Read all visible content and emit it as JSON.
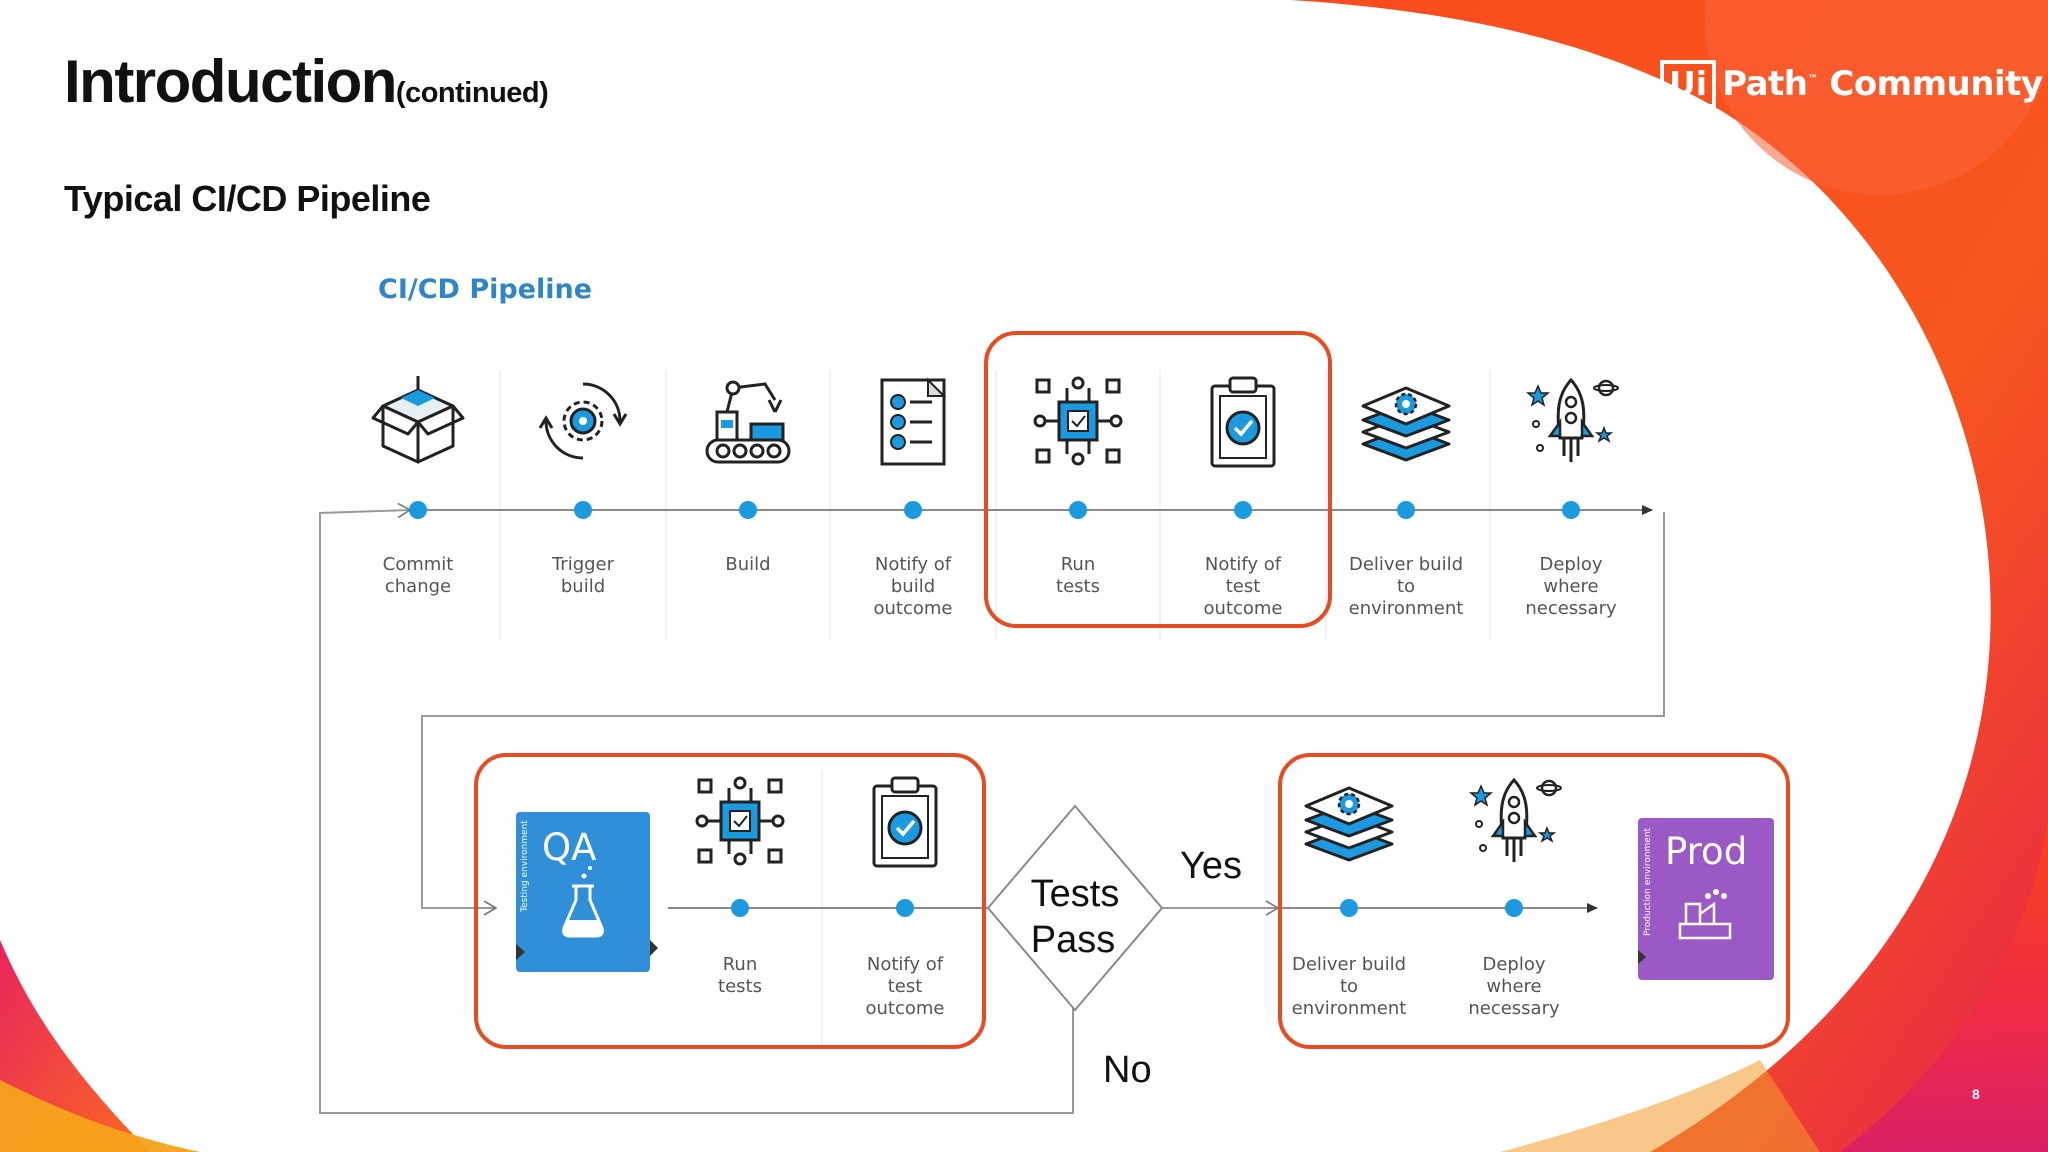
{
  "header": {
    "title": "Introduction",
    "title_suffix": "(continued)",
    "subtitle": "Typical CI/CD Pipeline",
    "logo_box": "Ui",
    "logo_text": "Path",
    "logo_tm": "™",
    "logo_text2": " Community",
    "page_number": "8"
  },
  "diagram": {
    "heading": "CI/CD Pipeline",
    "top_steps": [
      {
        "lines": [
          "Commit",
          "change"
        ],
        "icon": "box-icon"
      },
      {
        "lines": [
          "Trigger",
          "build"
        ],
        "icon": "gear-cycle-icon"
      },
      {
        "lines": [
          "Build"
        ],
        "icon": "robot-arm-icon"
      },
      {
        "lines": [
          "Notify of",
          "build",
          "outcome"
        ],
        "icon": "checklist-icon"
      },
      {
        "lines": [
          "Run",
          "tests"
        ],
        "icon": "chip-icon"
      },
      {
        "lines": [
          "Notify of",
          "test",
          "outcome"
        ],
        "icon": "clipboard-check-icon"
      },
      {
        "lines": [
          "Deliver build",
          "to",
          "environment"
        ],
        "icon": "layers-icon"
      },
      {
        "lines": [
          "Deploy",
          "where",
          "necessary"
        ],
        "icon": "rocket-icon"
      }
    ],
    "bottom_left_steps": [
      {
        "lines": [
          "Run",
          "tests"
        ],
        "icon": "chip-icon"
      },
      {
        "lines": [
          "Notify of",
          "test",
          "outcome"
        ],
        "icon": "clipboard-check-icon"
      }
    ],
    "bottom_right_steps": [
      {
        "lines": [
          "Deliver build",
          "to",
          "environment"
        ],
        "icon": "layers-icon"
      },
      {
        "lines": [
          "Deploy",
          "where",
          "necessary"
        ],
        "icon": "rocket-icon"
      }
    ],
    "qa_card": {
      "title": "QA",
      "side_label": "Testing environment"
    },
    "prod_card": {
      "title": "Prod",
      "side_label": "Production environment"
    },
    "decision": {
      "line1": "Tests",
      "line2": "Pass"
    },
    "yes_label": "Yes",
    "no_label": "No"
  },
  "colors": {
    "accent_orange": "#fa4616",
    "highlight_border": "#e84a22",
    "step_blue": "#1b9ae0",
    "qa_blue": "#2f8fd8",
    "prod_purple": "#9b59c5",
    "heading_blue": "#2f86c6"
  }
}
